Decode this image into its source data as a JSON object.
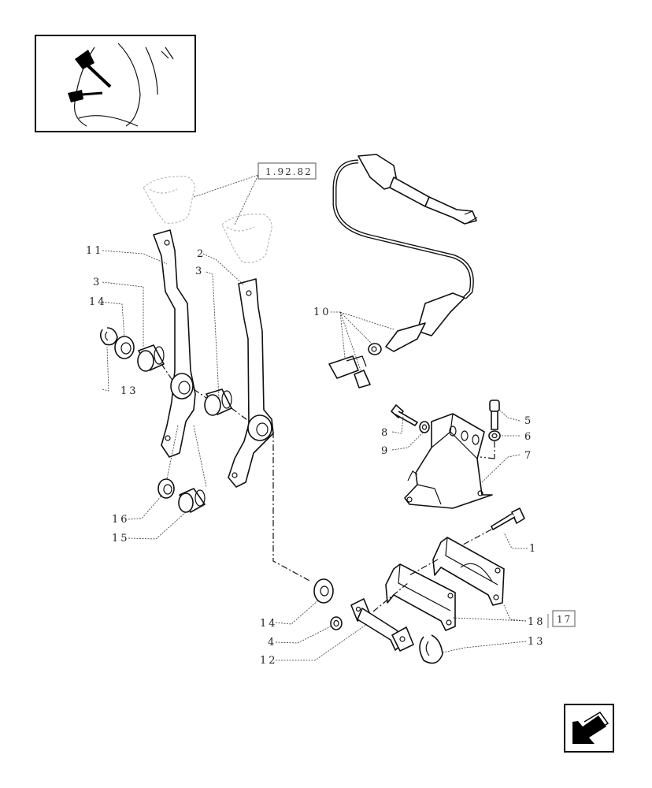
{
  "reference_box": {
    "text": "1.92.82"
  },
  "kit_box": {
    "text": "17"
  },
  "callouts": [
    {
      "id": "c11",
      "text": "11"
    },
    {
      "id": "c2",
      "text": "2"
    },
    {
      "id": "c3a",
      "text": "3"
    },
    {
      "id": "c3b",
      "text": "3"
    },
    {
      "id": "c14a",
      "text": "14"
    },
    {
      "id": "c13a",
      "text": "13"
    },
    {
      "id": "c10",
      "text": "10"
    },
    {
      "id": "c5",
      "text": "5"
    },
    {
      "id": "c6",
      "text": "6"
    },
    {
      "id": "c7",
      "text": "7"
    },
    {
      "id": "c8",
      "text": "8"
    },
    {
      "id": "c9",
      "text": "9"
    },
    {
      "id": "c16",
      "text": "16"
    },
    {
      "id": "c15",
      "text": "15"
    },
    {
      "id": "c1",
      "text": "1"
    },
    {
      "id": "c14b",
      "text": "14"
    },
    {
      "id": "c4",
      "text": "4"
    },
    {
      "id": "c12",
      "text": "12"
    },
    {
      "id": "c18",
      "text": "18"
    },
    {
      "id": "c13b",
      "text": "13"
    }
  ],
  "icons": {
    "thumbnail": "tractor-levers-thumbnail-icon",
    "navigation": "previous-page-arrow-icon"
  }
}
